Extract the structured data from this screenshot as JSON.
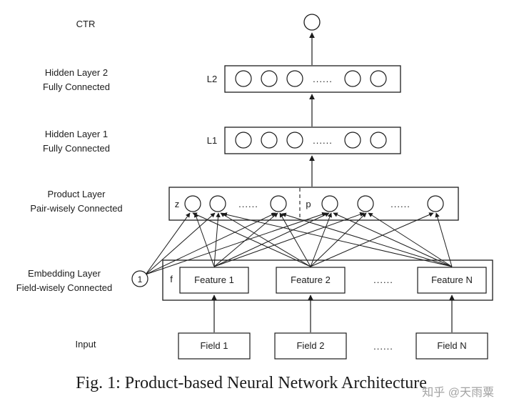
{
  "ellipsis": "......",
  "output": {
    "label": "CTR"
  },
  "layers": {
    "hidden2": {
      "side_label_1": "Hidden Layer 2",
      "side_label_2": "Fully Connected",
      "tag": "L2"
    },
    "hidden1": {
      "side_label_1": "Hidden Layer 1",
      "side_label_2": "Fully Connected",
      "tag": "L1"
    },
    "product": {
      "side_label_1": "Product Layer",
      "side_label_2": "Pair-wisely Connected",
      "z_label": "z",
      "p_label": "p"
    },
    "embedding": {
      "side_label_1": "Embedding Layer",
      "side_label_2": "Field-wisely Connected",
      "bias_label": "1",
      "f_label": "f",
      "features": [
        "Feature 1",
        "Feature 2",
        "Feature N"
      ]
    },
    "input": {
      "side_label": "Input",
      "fields": [
        "Field 1",
        "Field 2",
        "Field N"
      ]
    }
  },
  "caption": "Fig. 1: Product-based Neural Network Architecture",
  "watermark": "知乎 @天雨粟"
}
